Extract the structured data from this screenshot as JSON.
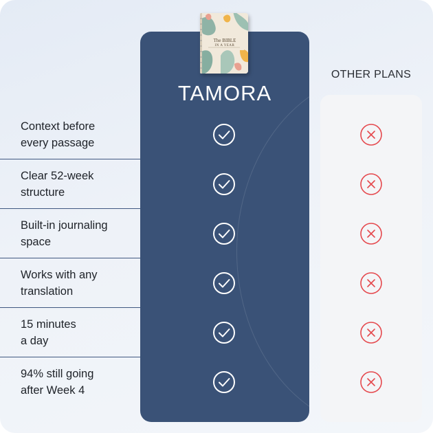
{
  "columns": {
    "brand": {
      "title": "TAMORA"
    },
    "other": {
      "title": "OTHER PLANS"
    }
  },
  "product_image": {
    "icon": "book-cover-icon",
    "cover_title_line1": "The BIBLE",
    "cover_title_line2": "IN A YEAR"
  },
  "rows": [
    {
      "label_line1": "Context before",
      "label_line2": "every passage",
      "brand": "check-icon",
      "other": "x-icon"
    },
    {
      "label_line1": "Clear 52-week",
      "label_line2": "structure",
      "brand": "check-icon",
      "other": "x-icon"
    },
    {
      "label_line1": "Built-in journaling",
      "label_line2": "space",
      "brand": "check-icon",
      "other": "x-icon"
    },
    {
      "label_line1": "Works with any",
      "label_line2": "translation",
      "brand": "check-icon",
      "other": "x-icon"
    },
    {
      "label_line1": "15 minutes",
      "label_line2": "a day",
      "brand": "check-icon",
      "other": "x-icon"
    },
    {
      "label_line1": "94% still going",
      "label_line2": "after Week 4",
      "brand": "check-icon",
      "other": "x-icon"
    }
  ],
  "colors": {
    "brand_column": "#3a5277",
    "other_column": "#f4f5f7",
    "check": "#ffffff",
    "cross": "#e5484d",
    "divider": "#3f5780"
  }
}
